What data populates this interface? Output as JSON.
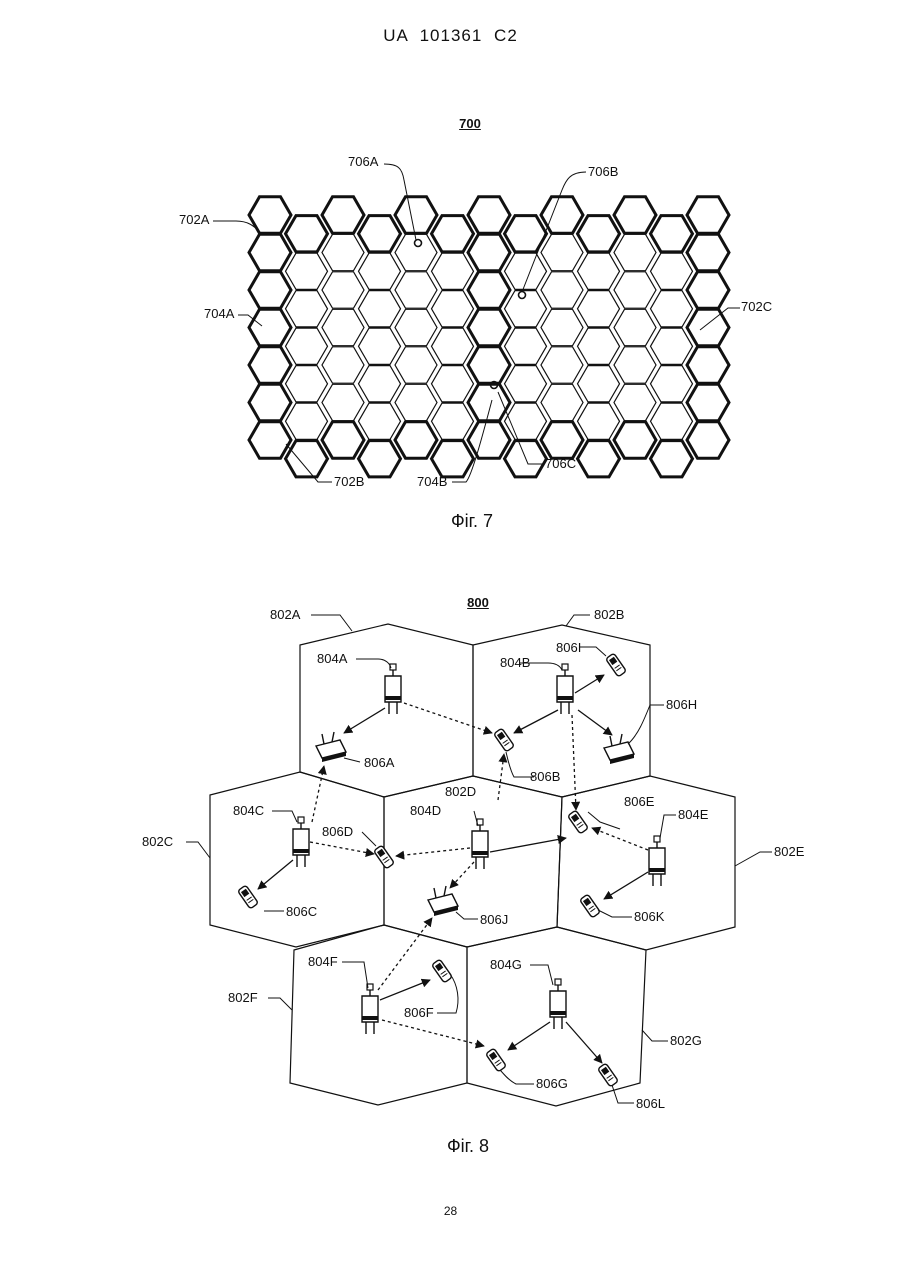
{
  "header": {
    "text": "UA   101361   C2"
  },
  "fig7": {
    "number": "700",
    "caption": "Фіг. 7",
    "labels": {
      "l702A": "702A",
      "l702B": "702B",
      "l702C": "702C",
      "l704A": "704A",
      "l704B": "704B",
      "l706A": "706A",
      "l706B": "706B",
      "l706C": "706C"
    }
  },
  "fig8": {
    "number": "800",
    "caption": "Фіг. 8",
    "labels": {
      "l802A": "802A",
      "l802B": "802B",
      "l802C": "802C",
      "l802D": "802D",
      "l802E": "802E",
      "l802F": "802F",
      "l802G": "802G",
      "l804A": "804A",
      "l804B": "804B",
      "l804C": "804C",
      "l804D": "804D",
      "l804E": "804E",
      "l804F": "804F",
      "l804G": "804G",
      "l806A": "806A",
      "l806B": "806B",
      "l806C": "806C",
      "l806D": "806D",
      "l806E": "806E",
      "l806F": "806F",
      "l806G": "806G",
      "l806H": "806H",
      "l806I": "806I",
      "l806J": "806J",
      "l806K": "806K",
      "l806L": "806L"
    }
  },
  "page_number": "28"
}
